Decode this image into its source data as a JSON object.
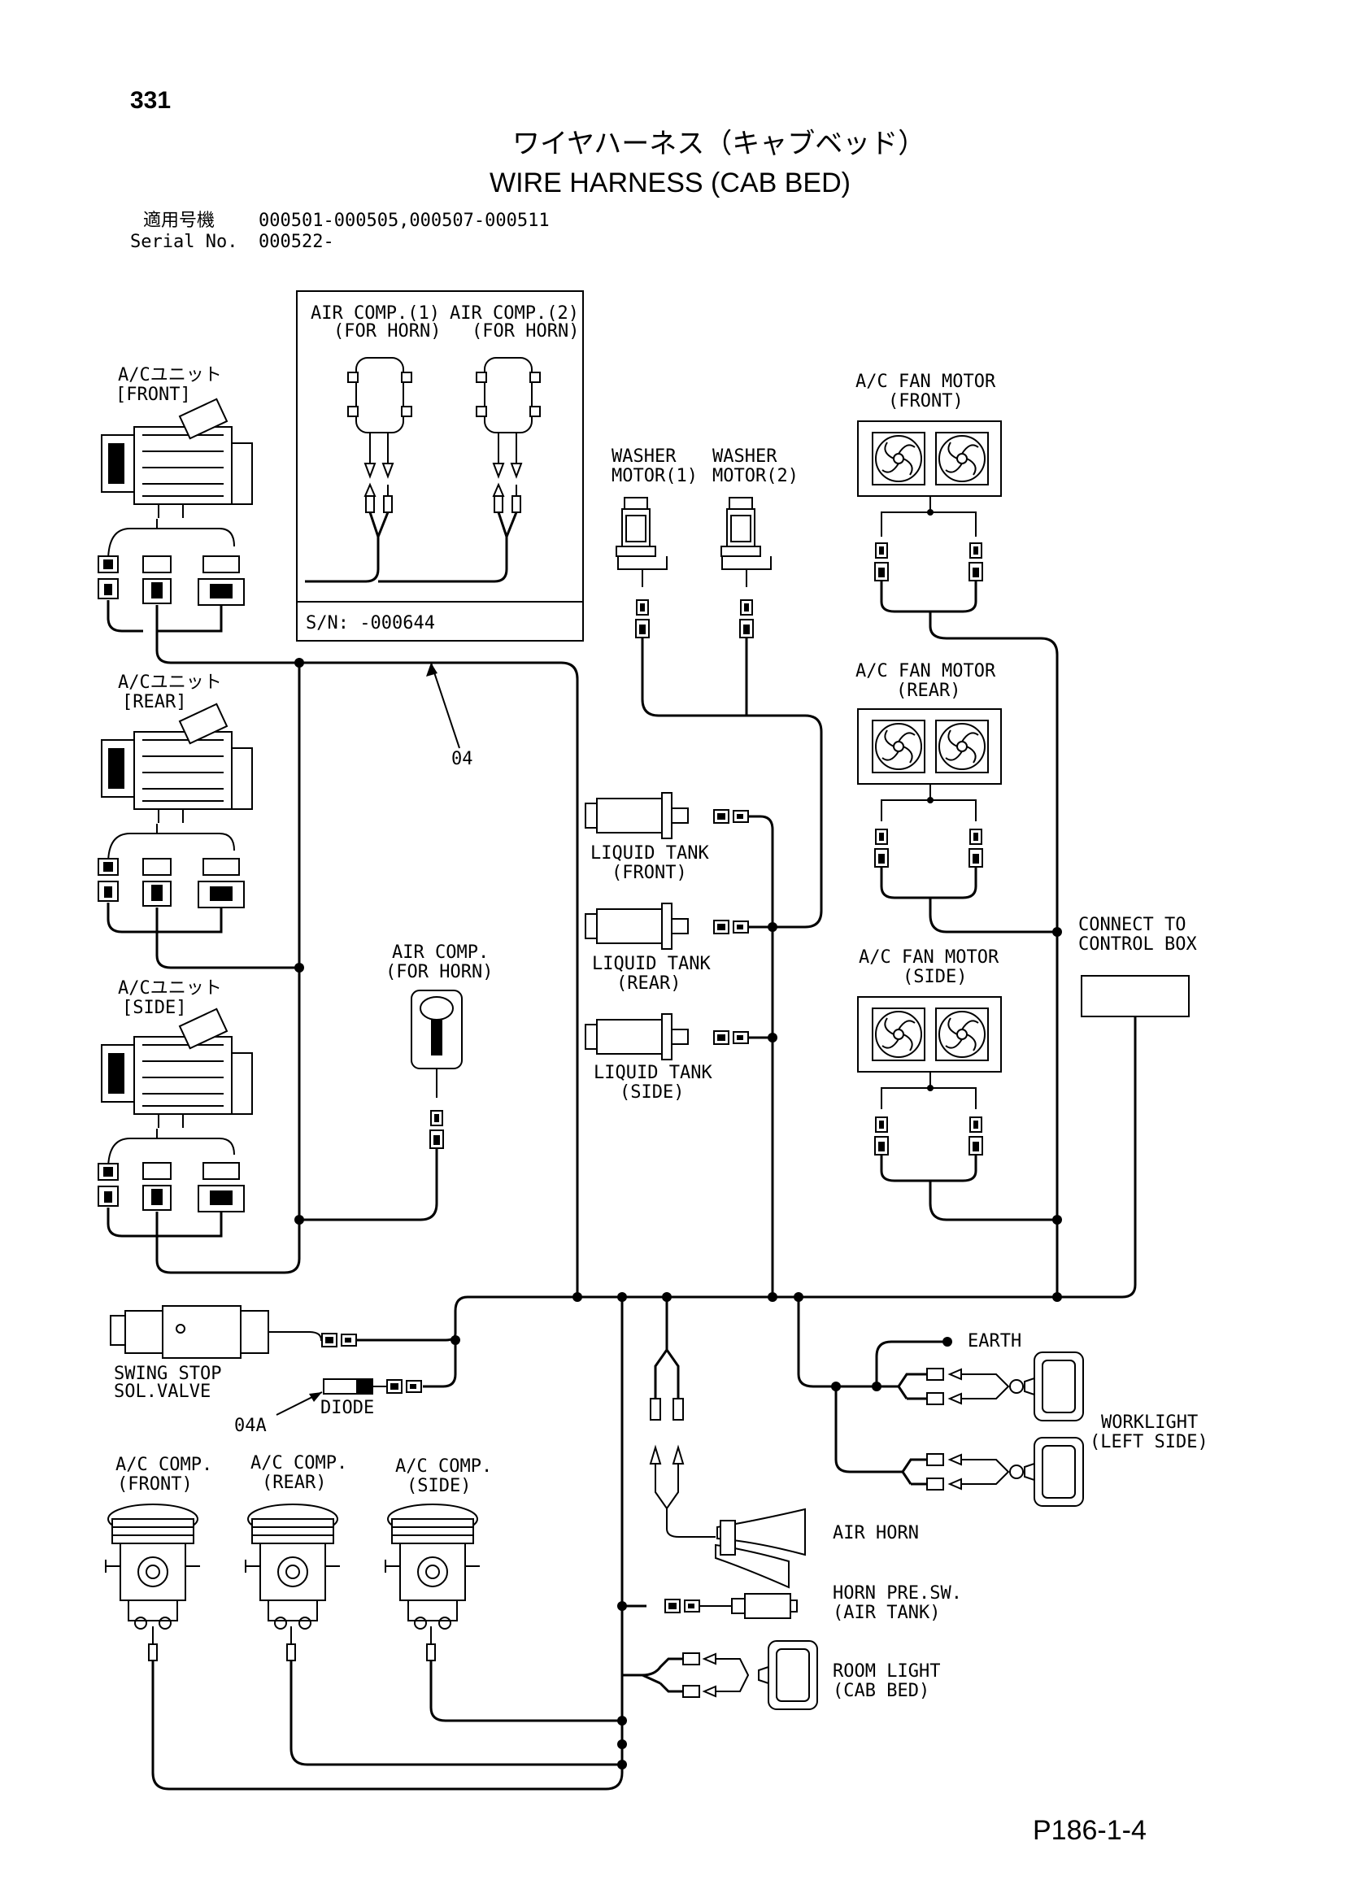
{
  "page_number": "331",
  "title_jp": "ワイヤハーネス（キャブベッド）",
  "title_en": "WIRE HARNESS (CAB BED)",
  "applicable_label": "適用号機",
  "applicable_value": "000501-000505,000507-000511",
  "serial_label": "Serial No.",
  "serial_value": "000522-",
  "inset": {
    "comp1_line1": "AIR COMP.(1)",
    "comp2_line1": "AIR COMP.(2)",
    "for_horn": "(FOR HORN)",
    "serial_note": "S/N: -000644"
  },
  "labels": {
    "ac_unit_front_1": "A/Cユニット",
    "ac_unit_front_2": "[FRONT]",
    "ac_unit_rear_1": "A/Cユニット",
    "ac_unit_rear_2": "[REAR]",
    "ac_unit_side_1": "A/Cユニット",
    "ac_unit_side_2": "[SIDE]",
    "washer1_1": "WASHER",
    "washer1_2": "MOTOR(1)",
    "washer2_1": "WASHER",
    "washer2_2": "MOTOR(2)",
    "fan_front_1": "A/C FAN MOTOR",
    "fan_front_2": "(FRONT)",
    "fan_rear_1": "A/C FAN MOTOR",
    "fan_rear_2": "(REAR)",
    "fan_side_1": "A/C FAN MOTOR",
    "fan_side_2": "(SIDE)",
    "callout_04": "04",
    "callout_04a": "04A",
    "tank_front_1": "LIQUID TANK",
    "tank_front_2": "(FRONT)",
    "tank_rear_1": "LIQUID TANK",
    "tank_rear_2": "(REAR)",
    "tank_side_1": "LIQUID TANK",
    "tank_side_2": "(SIDE)",
    "connect_1": "CONNECT TO",
    "connect_2": "CONTROL BOX",
    "aircomp_horn_1": "AIR COMP.",
    "aircomp_horn_2": "(FOR HORN)",
    "swing_1": "SWING STOP",
    "swing_2": "SOL.VALVE",
    "diode": "DIODE",
    "earth": "EARTH",
    "worklight_1": "WORKLIGHT",
    "worklight_2": "(LEFT SIDE)",
    "accomp_front_1": "A/C COMP.",
    "accomp_front_2": "(FRONT)",
    "accomp_rear_1": "A/C COMP.",
    "accomp_rear_2": "(REAR)",
    "accomp_side_1": "A/C COMP.",
    "accomp_side_2": "(SIDE)",
    "air_horn": "AIR HORN",
    "horn_sw_1": "HORN PRE.SW.",
    "horn_sw_2": "(AIR TANK)",
    "room_light_1": "ROOM LIGHT",
    "room_light_2": "(CAB BED)"
  },
  "footer_code": "P186-1-4"
}
